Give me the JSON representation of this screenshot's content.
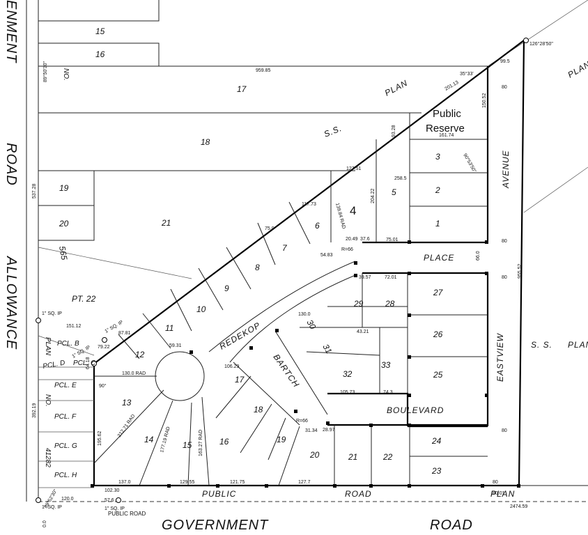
{
  "roads": {
    "west_top": "ENMENT",
    "west_road": "ROAD",
    "west_allowance": "ALLOWANCE",
    "bottom_government": "GOVERNMENT",
    "bottom_road": "ROAD",
    "public_road_label": "PUBLIC ROAD"
  },
  "streets": {
    "avenue": "AVENUE",
    "eastview": "EASTVIEW",
    "place": "PLACE",
    "boulevard": "BOULEVARD",
    "redekop": "REDEKOP",
    "bartch": "BARTCH",
    "public": "PUBLIC",
    "road": "ROAD",
    "plan_bottom": "PLAN",
    "ss_plan_diag": "PLAN",
    "ss_diag": "S.S.",
    "ss_east": "S. S.",
    "plan_east": "PLAN",
    "plan_ne": "PLAN"
  },
  "reserve": {
    "line1": "Public",
    "line2": "Reserve",
    "marker": "4"
  },
  "outer_lots": {
    "l15": "15",
    "l16": "16",
    "l17": "17",
    "l18": "18",
    "l19": "19",
    "l20": "20",
    "l21": "21",
    "pt22": "PT. 22",
    "n565": "565",
    "no": "NO."
  },
  "parcels": {
    "b": "PCL. B",
    "c": "PCL. C",
    "d": "PCL. D",
    "e": "PCL. E",
    "f": "PCL. F",
    "g": "PCL. G",
    "h": "PCL. H",
    "plan": "PLAN",
    "no": "NO.",
    "num": "41282"
  },
  "lots": {
    "l1": "1",
    "l2": "2",
    "l3": "3",
    "l5": "5",
    "l6": "6",
    "l7": "7",
    "l8": "8",
    "l9": "9",
    "l10": "10",
    "l11": "11",
    "l12": "12",
    "l13": "13",
    "l14": "14",
    "l15": "15",
    "l16": "16",
    "l17": "17",
    "l18": "18",
    "l19": "19",
    "l20": "20",
    "l21": "21",
    "l22": "22",
    "l23": "23",
    "l24": "24",
    "l25": "25",
    "l26": "26",
    "l27": "27",
    "l28": "28",
    "l29": "29",
    "l30": "30",
    "l31": "31",
    "l32": "32",
    "l33": "33"
  },
  "dims": {
    "d959_85": "959.85",
    "d537_28": "537.28",
    "d392_19": "392.19",
    "d2474_59": "2474.59",
    "d955_52": "955.52",
    "d99_5": "99.5",
    "d80a": "80",
    "d80b": "80",
    "d80c": "80",
    "d80d": "80",
    "d80e": "80",
    "d161_74": "161.74",
    "d75_01": "75.01",
    "d90_53": "90°53'50\"",
    "d130_0": "130.0",
    "d75_0": "75.0",
    "d66_0": "66.0",
    "d151_12": "151.12",
    "d87_81": "87.81",
    "d79_22": "79.22",
    "d64_18": "64.18",
    "d130_rad": "130.0 RAD",
    "d212_71": "212.71 RAD",
    "d177_19": "177.19 RAD",
    "d163_27": "163.27 RAD",
    "d195_62": "195.62",
    "d137_0": "137.0",
    "d129_55": "129.55",
    "d121_75": "121.75",
    "d127_7": "127.7",
    "d120_0": "120.0",
    "d102_30": "102.30",
    "d57_6": "57.6",
    "d80_01": "80.01",
    "d126_28": "126°28'50\"",
    "d89_50": "89°50'30\"",
    "d89_52": "89°52'30\"",
    "d35_33": "35°33'",
    "d59_31": "59.31",
    "d54_83": "54.83",
    "d37_6": "37.6",
    "d20_49": "20.49",
    "d39_57": "39.57",
    "d72_01": "72.01",
    "d43_21": "43.21",
    "d105_73": "105.73",
    "d74_3": "74.3",
    "d28_97": "28.97",
    "d31_34": "31.34",
    "d106_29": "106.29",
    "d117_73": "117.73",
    "d127_51": "127.51",
    "d204_22": "204.22",
    "d258_5": "258.5",
    "d150_52": "150.52",
    "d201_13": "201.13",
    "d93_28": "93.28",
    "d139_84": "139.84 RAD",
    "d0_0": "0.0",
    "d1sq_a": "1\" SQ. IP",
    "d1sq_b": "1\" SQ. IP",
    "d1sq_c": "1\" SQ. IP",
    "d1sq_d": "1\" SQ. IP",
    "d1sq_e": "1\" SQ. IP",
    "r66": "R=66",
    "r66b": "R=66",
    "d90": "90°"
  }
}
